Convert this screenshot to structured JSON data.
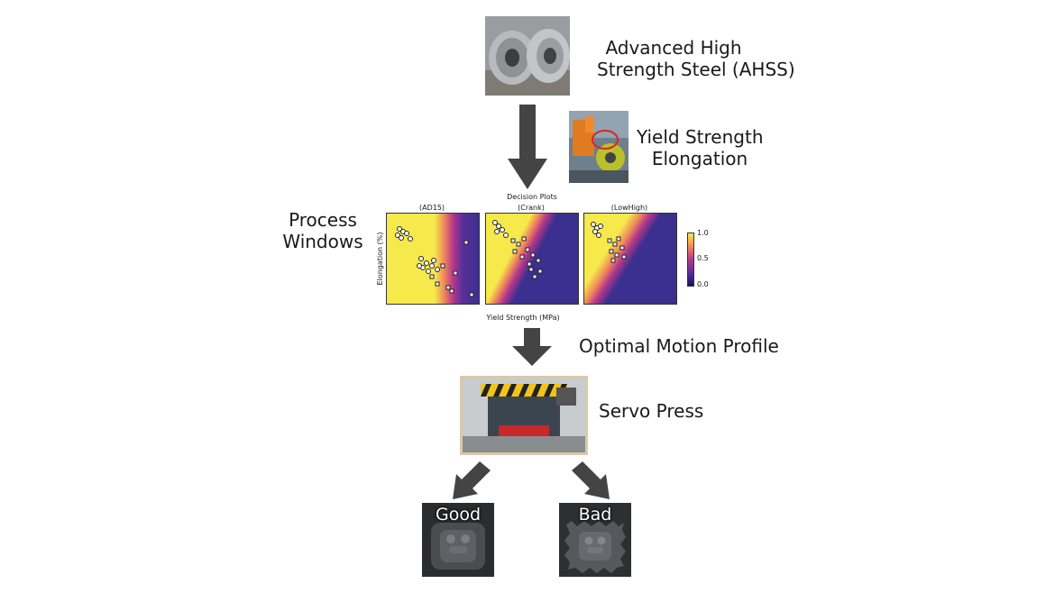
{
  "steel": {
    "label_line1": "Advanced High",
    "label_line2": "Strength Steel (AHSS)"
  },
  "properties": {
    "line1": "Yield Strength",
    "line2": "Elongation"
  },
  "process": {
    "line1": "Process",
    "line2": "Windows"
  },
  "decision": {
    "super_title": "Decision Plots",
    "plots": [
      {
        "title": "(AD15)"
      },
      {
        "title": "(Crank)"
      },
      {
        "title": "(LowHigh)"
      }
    ],
    "ylabel": "Elongation (%)",
    "xlabel": "Yield Strength (MPa)",
    "colorbar_ticks": [
      "1.0",
      "0.5",
      "0.0"
    ]
  },
  "motion": {
    "label": "Optimal Motion Profile"
  },
  "press": {
    "label": "Servo Press"
  },
  "outcomes": {
    "good": "Good",
    "bad": "Bad"
  },
  "colors": {
    "arrow": "#444444",
    "plasma_low": "#3b2f8f",
    "plasma_mid": "#b6388a",
    "plasma_high": "#f6e94b"
  }
}
